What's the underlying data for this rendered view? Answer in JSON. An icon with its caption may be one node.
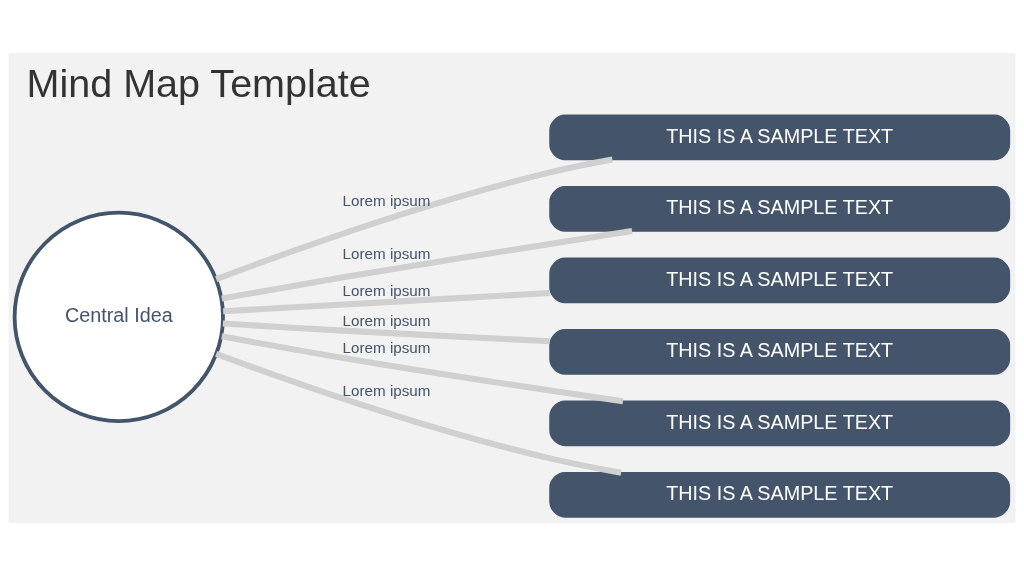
{
  "diagram": {
    "title": "Mind Map Template",
    "nodes": [
      {
        "text": [
          "Central Idea"
        ]
      },
      {
        "text": [
          "THIS IS A SAMPLE TEXT"
        ]
      },
      {
        "text": [
          "THIS IS A SAMPLE TEXT"
        ]
      },
      {
        "text": [
          "THIS IS A SAMPLE TEXT"
        ]
      },
      {
        "text": [
          "THIS IS A SAMPLE TEXT"
        ]
      },
      {
        "text": [
          "THIS IS A SAMPLE TEXT"
        ]
      },
      {
        "text": [
          "THIS IS A SAMPLE TEXT"
        ]
      }
    ],
    "edges": [
      {
        "from": 0,
        "to": 1,
        "arrow": "none",
        "label": "Lorem ipsum"
      },
      {
        "from": 0,
        "to": 2,
        "arrow": "none",
        "label": "Lorem ipsum"
      },
      {
        "from": 0,
        "to": 3,
        "arrow": "none",
        "label": "Lorem ipsum"
      },
      {
        "from": 0,
        "to": 4,
        "arrow": "none",
        "label": "Lorem ipsum"
      },
      {
        "from": 0,
        "to": 5,
        "arrow": "none",
        "label": "Lorem ipsum"
      },
      {
        "from": 0,
        "to": 6,
        "arrow": "none",
        "label": "Lorem ipsum"
      }
    ]
  }
}
